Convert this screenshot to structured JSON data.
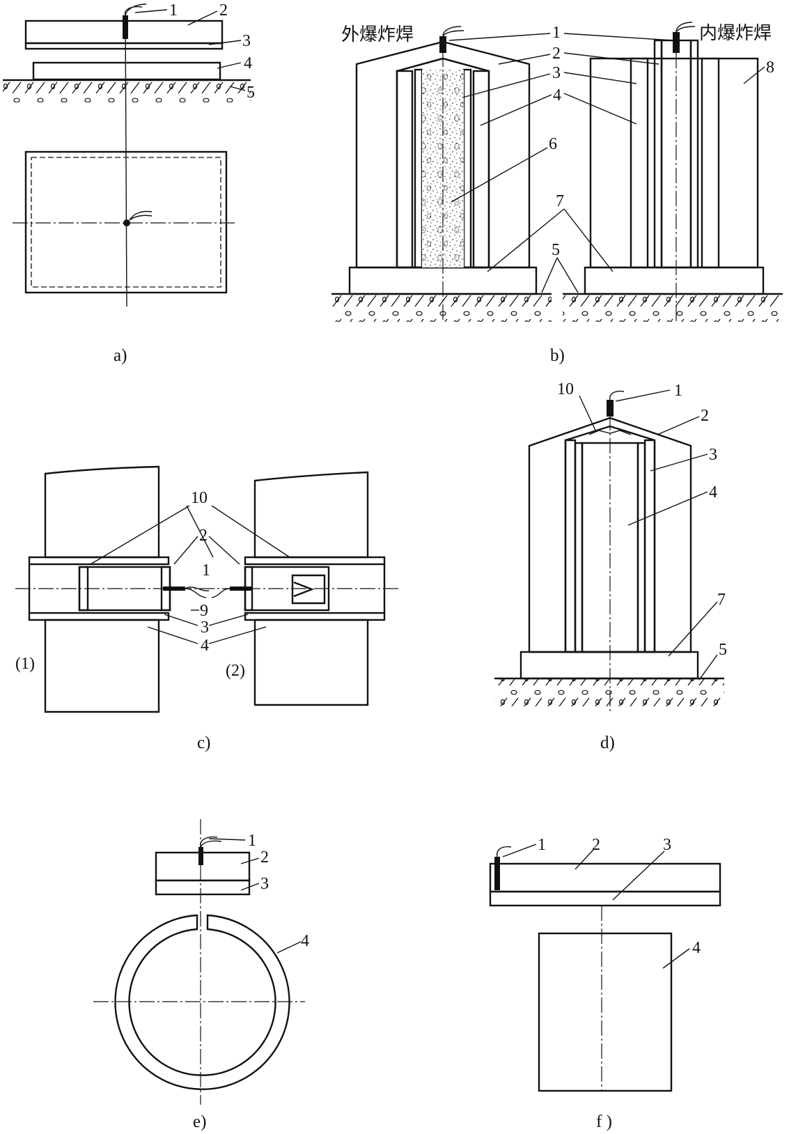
{
  "panels": {
    "a": {
      "caption": "a)",
      "labels": [
        "1",
        "2",
        "3",
        "4",
        "5"
      ]
    },
    "b": {
      "caption": "b)",
      "left_title": "外爆炸焊",
      "right_title": "内爆炸焊",
      "labels": [
        "1",
        "2",
        "3",
        "4",
        "5",
        "6",
        "7",
        "8"
      ]
    },
    "c": {
      "caption": "c)",
      "labels": [
        "10",
        "2",
        "1",
        "9",
        "3",
        "4"
      ],
      "sub_left": "(1)",
      "sub_right": "(2)"
    },
    "d": {
      "caption": "d)",
      "labels": [
        "1",
        "10",
        "2",
        "3",
        "4",
        "7",
        "5"
      ]
    },
    "e": {
      "caption": "e)",
      "labels": [
        "1",
        "2",
        "3",
        "4"
      ]
    },
    "f": {
      "caption": "f )",
      "labels": [
        "1",
        "2",
        "3",
        "4"
      ]
    }
  }
}
